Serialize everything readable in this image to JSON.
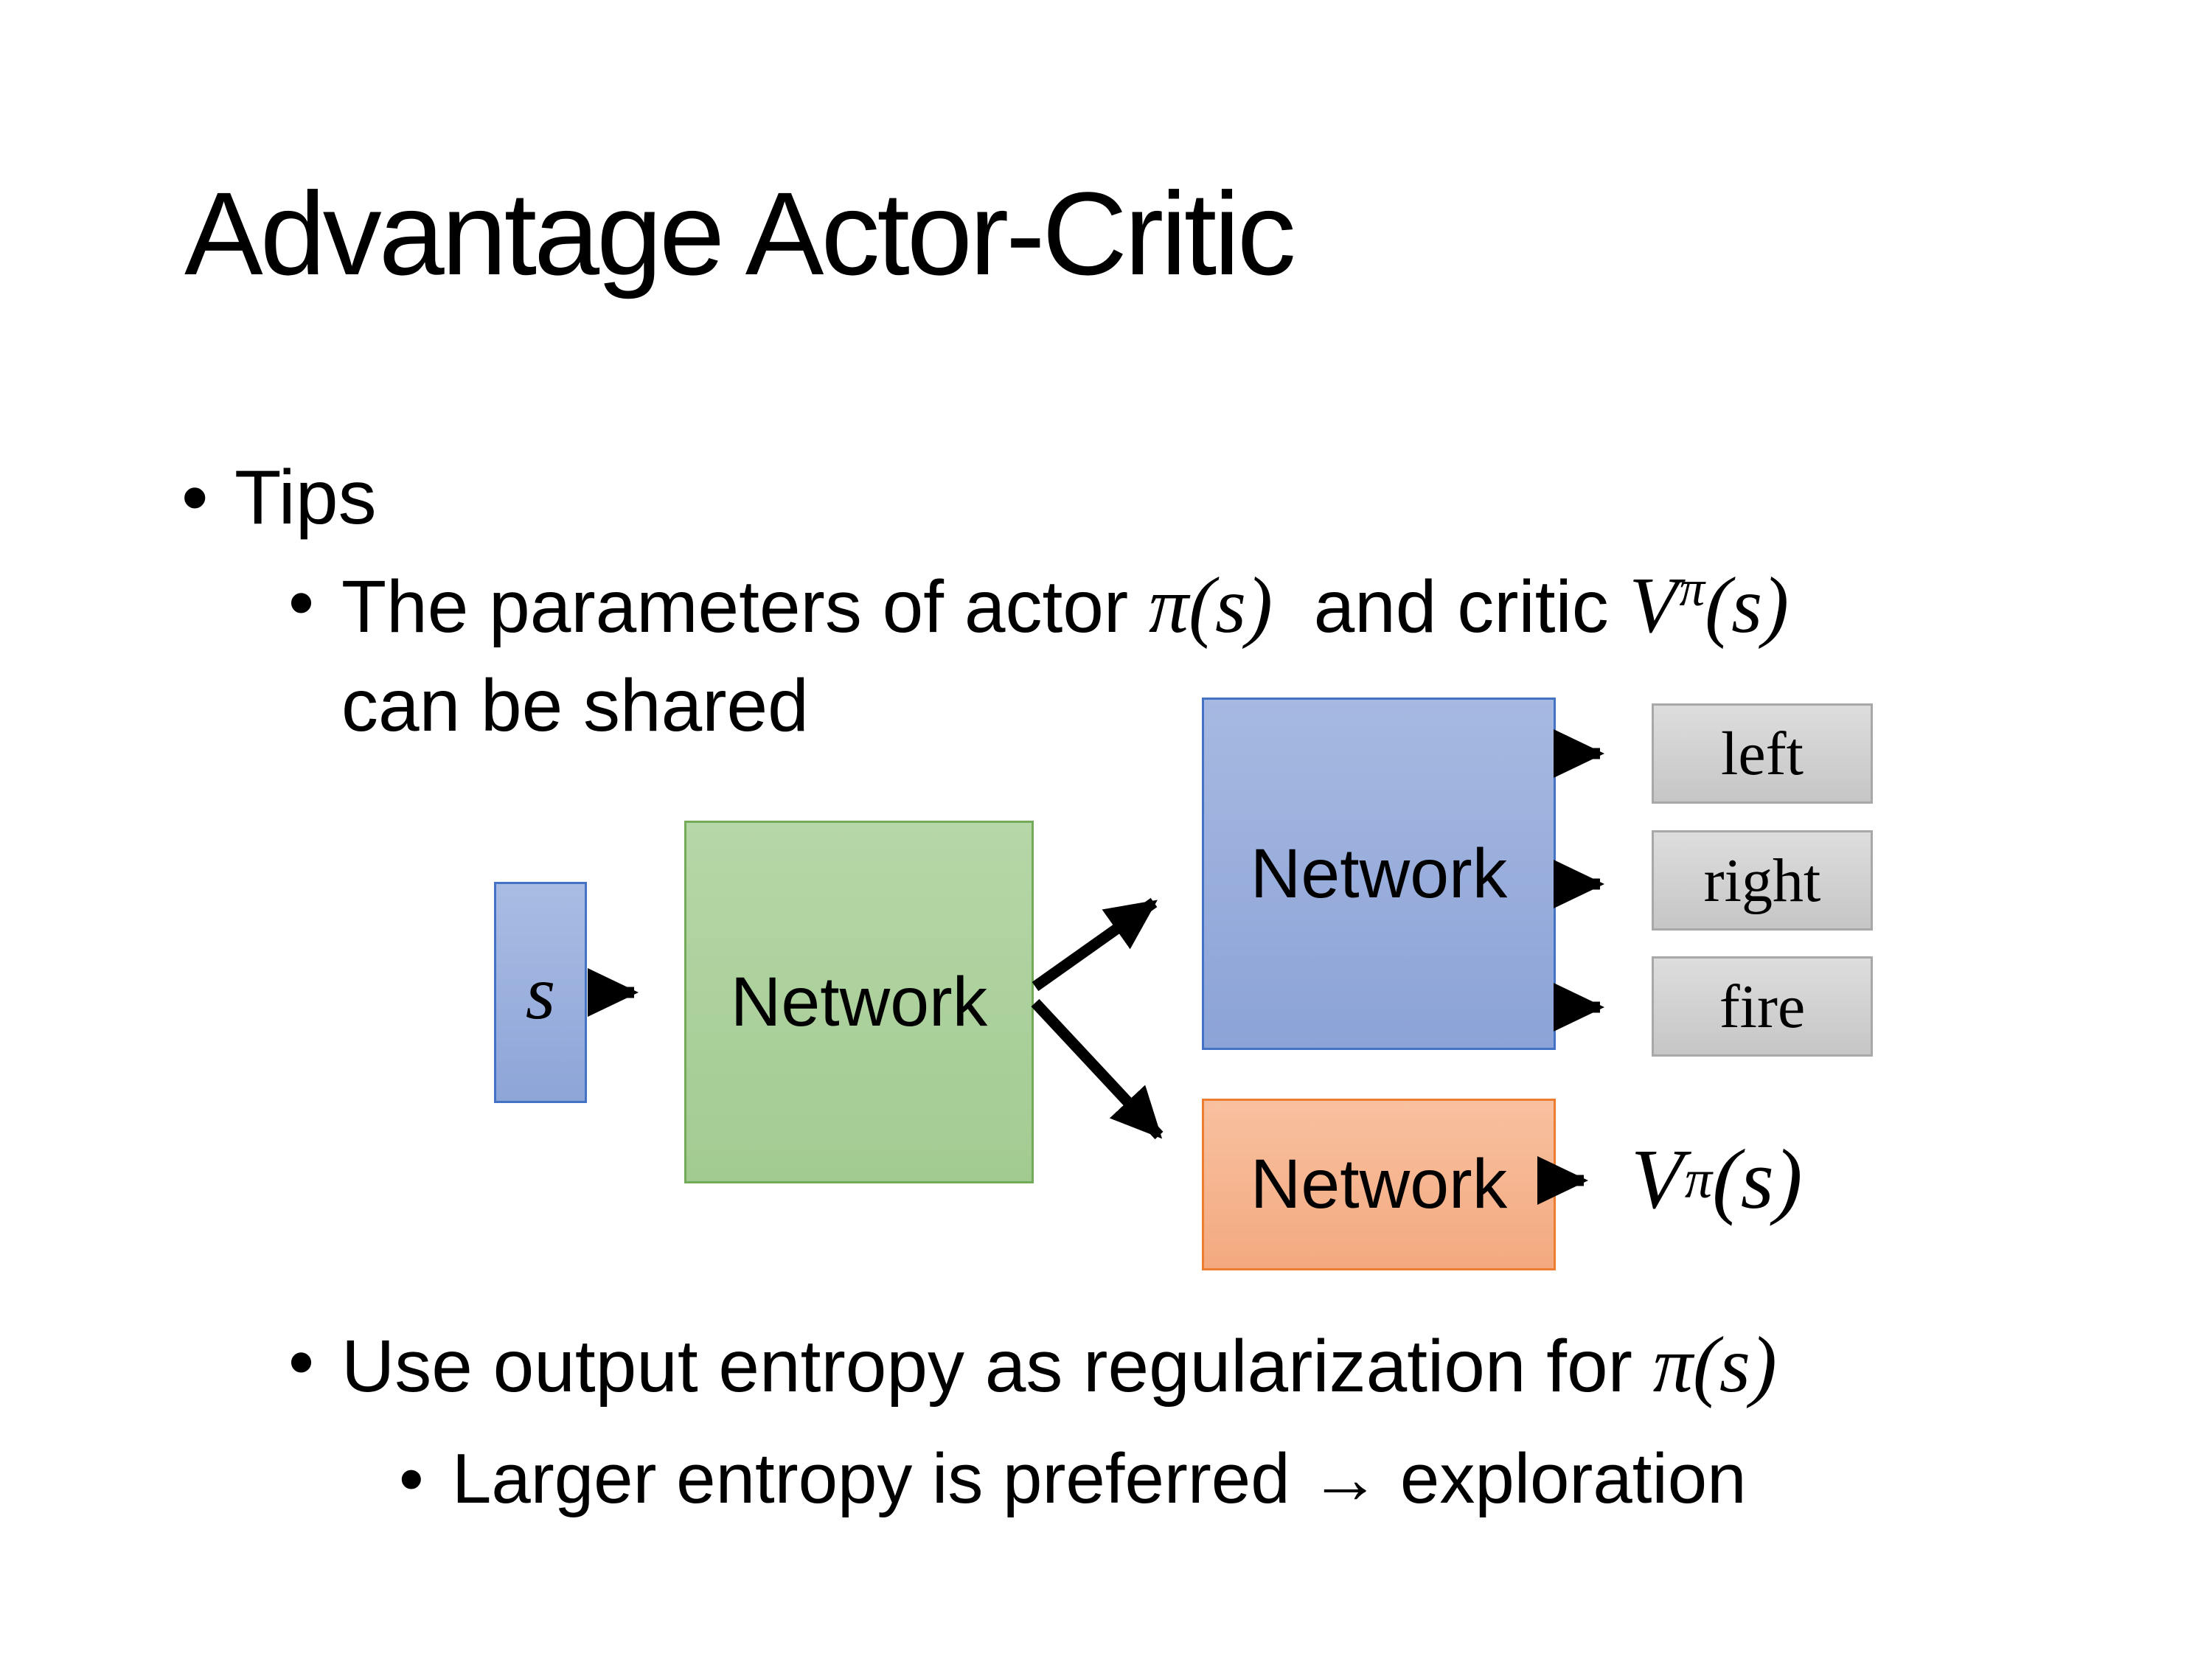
{
  "slide": {
    "title": "Advantage Actor-Critic",
    "bullet_char": "•"
  },
  "bullets": {
    "tips": "Tips",
    "sub1": {
      "pre": "The parameters of actor ",
      "math1": "π(s)",
      "mid": "  and critic ",
      "v_base": "V",
      "v_sup": "π",
      "v_args": "(s)",
      "line2": "can be shared"
    },
    "sub2": {
      "pre": "Use output entropy as regularization for ",
      "math": "π(s)"
    },
    "sub3": "Larger entropy is preferred → exploration"
  },
  "diagram": {
    "state_label": "s",
    "shared_network_label": "Network",
    "actor_network_label": "Network",
    "critic_network_label": "Network",
    "actions": [
      "left",
      "right",
      "fire"
    ],
    "critic_output": {
      "base": "V",
      "sup": "π",
      "args": "(s)"
    },
    "colors": {
      "state_fill": "#9db1dd",
      "state_border": "#4472c4",
      "shared_fill": "#acd09d",
      "shared_border": "#74ab58",
      "actor_fill": "#9aaedb",
      "actor_border": "#4472c4",
      "critic_fill": "#f5b48e",
      "critic_border": "#ed7d31",
      "action_fill": "#d2d2d2",
      "action_border": "#a8a8a8",
      "arrow": "#000000",
      "text": "#000000",
      "background": "#ffffff"
    }
  }
}
